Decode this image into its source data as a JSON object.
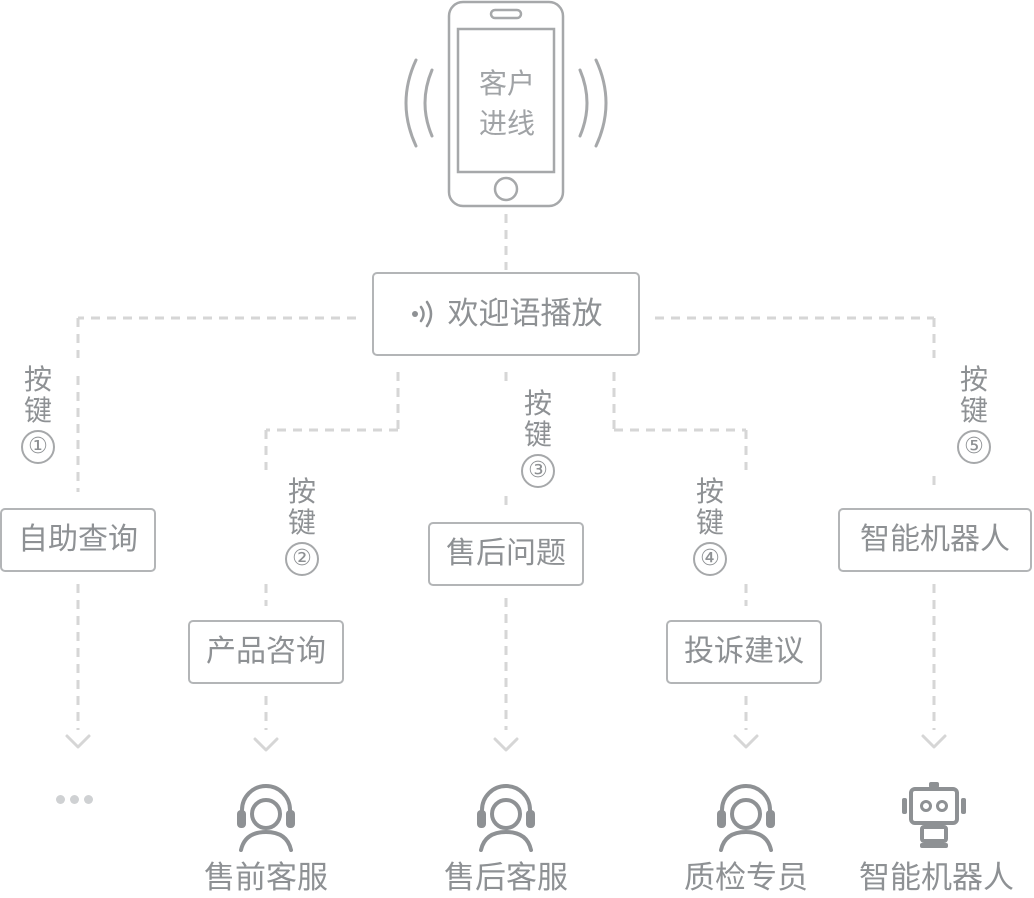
{
  "phone": {
    "line1": "客户",
    "line2": "进线"
  },
  "welcome": {
    "label": "欢迎语播放"
  },
  "keys": {
    "press_char1": "按",
    "press_char2": "键",
    "k1": "①",
    "k2": "②",
    "k3": "③",
    "k4": "④",
    "k5": "⑤"
  },
  "options": {
    "self_query": "自助查询",
    "product": "产品咨询",
    "after_sales_issue": "售后问题",
    "complaint": "投诉建议",
    "robot": "智能机器人"
  },
  "agents": {
    "presale": "售前客服",
    "aftersale": "售后客服",
    "qc": "质检专员",
    "robot": "智能机器人"
  },
  "icons": {
    "phone": "phone-icon",
    "sound": "sound-wave-icon",
    "headset": "headset-agent-icon",
    "robot": "robot-icon",
    "more": "ellipsis-icon"
  },
  "colors": {
    "line": "#d6d6d6",
    "border": "#b3b5b7",
    "text": "#8e9194"
  }
}
